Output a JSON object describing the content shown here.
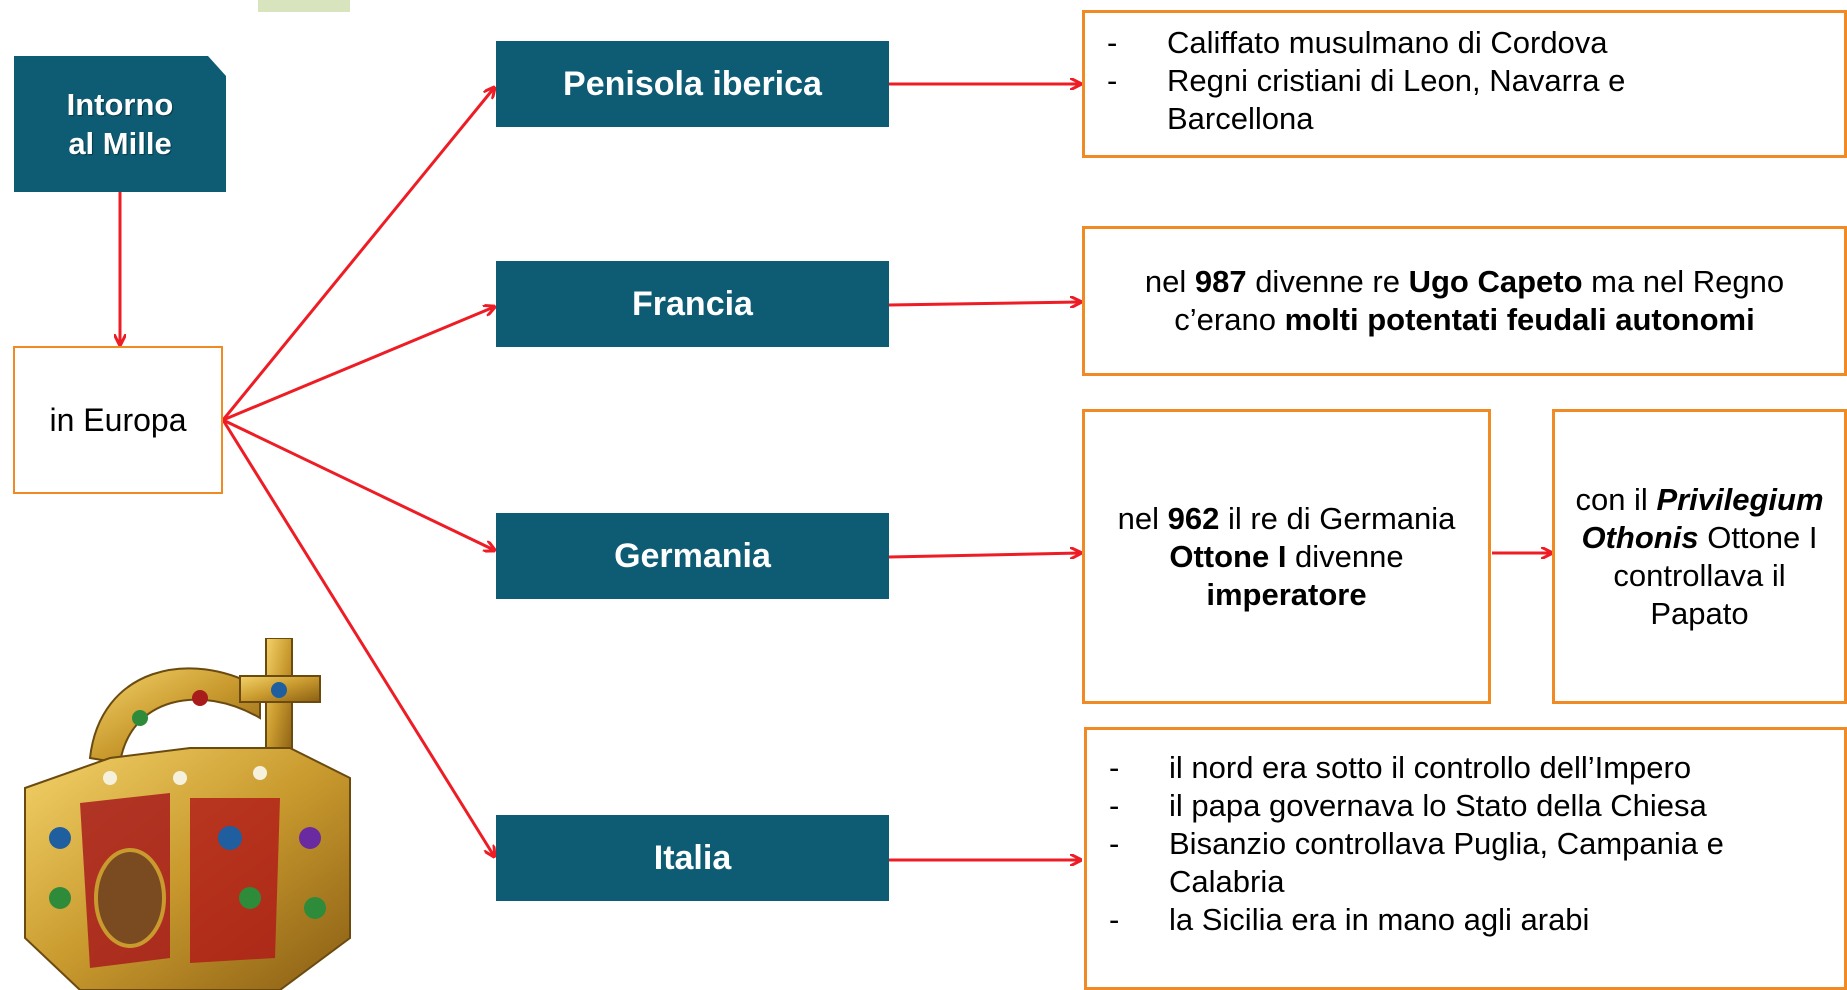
{
  "diagram": {
    "title": "Intorno al Mille",
    "center": "in Europa",
    "countries": [
      {
        "name": "Penisola iberica"
      },
      {
        "name": "Francia"
      },
      {
        "name": "Germania"
      },
      {
        "name": "Italia"
      }
    ],
    "iberia_items": [
      "Califfato musulmano di Cordova",
      "Regni cristiani di Leon, Navarra e Barcellona"
    ],
    "francia": {
      "p1": "nel ",
      "year": "987",
      "p2": " divenne re ",
      "king": "Ugo Capeto",
      "p3": " ma nel Regno c’erano ",
      "highlight": "molti potentati feudali autonomi"
    },
    "germania": {
      "p1": "nel ",
      "year": "962",
      "p2": " il re di Germania ",
      "king": "Ottone I",
      "p3": " divenne ",
      "title": "imperatore"
    },
    "privilegium": {
      "p1": "con il ",
      "name": "Privilegium Othonis",
      "p2": " Ottone I controllava il Papato"
    },
    "italia_items": [
      "il nord era sotto il controllo dell’Impero",
      "il papa governava lo Stato della Chiesa",
      "Bisanzio controllava Puglia, Campania e Calabria",
      "la Sicilia era in mano agli arabi"
    ]
  },
  "colors": {
    "primary": "#0e5c74",
    "border": "#f08a24",
    "arrow": "#ee1c25",
    "tab": "#d7e4bd"
  }
}
